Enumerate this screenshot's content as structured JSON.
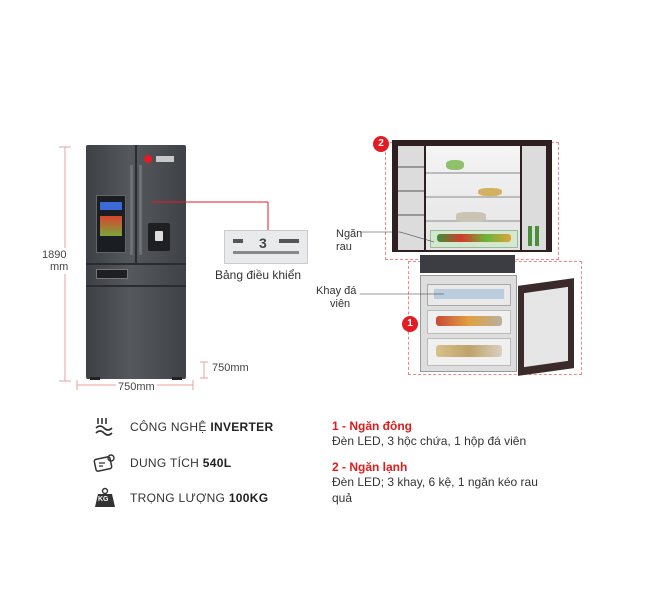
{
  "dimensions": {
    "height": "1890",
    "height_unit": "mm",
    "width": "750mm",
    "depth": "750mm"
  },
  "control_panel_label": "Bảng điều khiển",
  "callouts": {
    "veg_drawer": [
      "Ngăn",
      "rau"
    ],
    "ice_tray": [
      "Khay đá",
      "viên"
    ]
  },
  "badges": {
    "freezer": "1",
    "fridge": "2"
  },
  "panel_display": "3",
  "specs": [
    {
      "icon": "inverter-icon",
      "label": "CÔNG NGHỆ ",
      "value": "INVERTER"
    },
    {
      "icon": "capacity-icon",
      "label": "DUNG TÍCH ",
      "value": "540L"
    },
    {
      "icon": "weight-kg-icon",
      "label": "TRỌNG LƯỢNG ",
      "value": "100KG",
      "icon_text": "KG"
    }
  ],
  "legend": [
    {
      "title": "1 - Ngăn đông",
      "desc": "Đèn LED, 3 hộc chứa, 1 hộp đá viên"
    },
    {
      "title": "2 - Ngăn lạnh",
      "desc": "Đèn LED; 3 khay, 6 kệ, 1 ngăn kéo rau quả"
    }
  ],
  "colors": {
    "accent_red": "#e51b23",
    "fridge_body": "#4a4d52",
    "door_dark": "#3a2a2a"
  }
}
